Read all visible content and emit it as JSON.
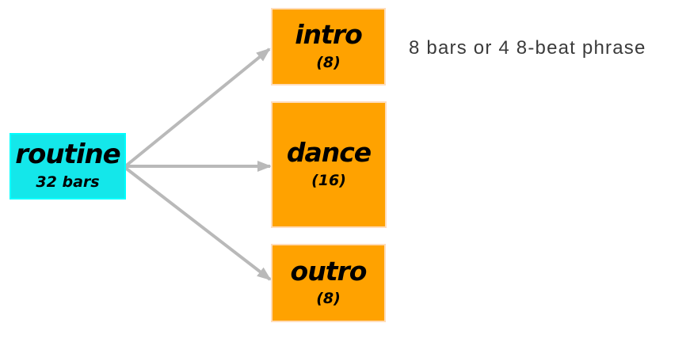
{
  "diagram": {
    "root": {
      "label": "routine",
      "sublabel": "32 bars"
    },
    "children": [
      {
        "id": "intro",
        "label": "intro",
        "sublabel": "(8)"
      },
      {
        "id": "dance",
        "label": "dance",
        "sublabel": "(16)"
      },
      {
        "id": "outro",
        "label": "outro",
        "sublabel": "(8)"
      }
    ],
    "annotation": "8 bars or 4 8-beat phrase",
    "colors": {
      "root_fill": "#14e7ea",
      "root_border": "#00ffff",
      "child_fill": "#ffa200",
      "child_border": "#ffddbb",
      "arrow": "#b9b9b9",
      "label_text": "#000000",
      "annotation_text": "#3b3b3b",
      "background": "#ffffff"
    }
  }
}
